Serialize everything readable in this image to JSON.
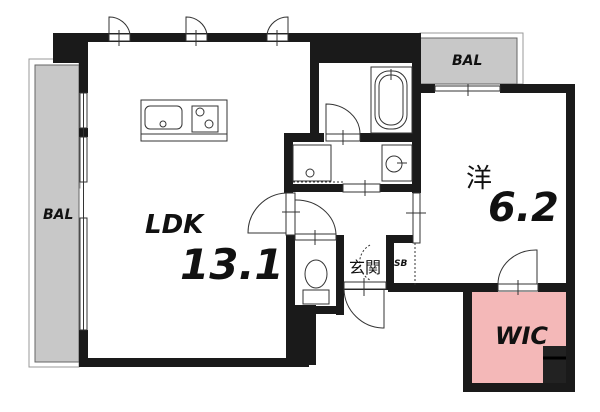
{
  "floorplan": {
    "rooms": [
      {
        "id": "ldk",
        "name": "LDK",
        "size": "13.1"
      },
      {
        "id": "western",
        "name": "洋",
        "size": "6.2"
      },
      {
        "id": "entrance",
        "name": "玄関"
      },
      {
        "id": "shoebox",
        "name": "SB"
      },
      {
        "id": "wic",
        "name": "WIC"
      },
      {
        "id": "balcony-west",
        "name": "BAL"
      },
      {
        "id": "balcony-north",
        "name": "BAL"
      }
    ],
    "colors": {
      "wall": "#1a1a1a",
      "balcony": "#c8c8c8",
      "wic": "#f4b8b8",
      "background": "#ffffff"
    }
  }
}
